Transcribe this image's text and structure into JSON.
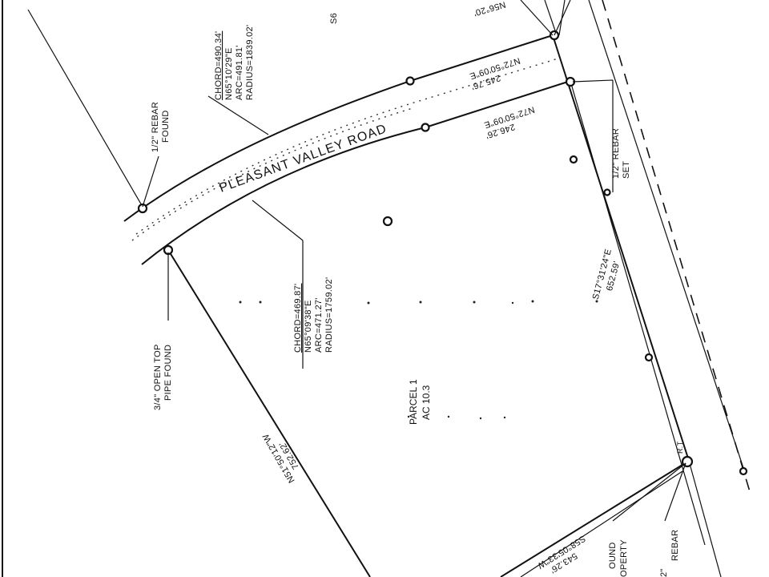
{
  "road": {
    "name": "PLEASANT VALLEY ROAD"
  },
  "curve_north": {
    "chord": "CHORD=490.34'",
    "bearing": "N65°10'29\"E",
    "arc": "ARC=491.81'",
    "radius": "RADIUS=1839.02'"
  },
  "curve_south": {
    "chord": "CHORD=469.87'",
    "bearing": "N65°09'38\"E",
    "arc": "ARC=471.27'",
    "radius": "RADIUS=1759.02'"
  },
  "lines": {
    "north_row_bearing": "N72°50'09\"E",
    "north_row_distance": "245.76'",
    "south_row_bearing": "N72°50'09\"E",
    "south_row_distance": "246.26'",
    "east_bearing": "S17°31'24\"E",
    "east_distance": "652.59'",
    "west_bearing": "N51°50'12\"W",
    "west_distance": "752.62'",
    "south_bearing": "S58°05'33\"W",
    "south_distance": "543.26'",
    "top_bearing_partial": "N56°20'",
    "top_partial": "S6"
  },
  "monuments": {
    "rebar_found_nw": [
      "1/2\" REBAR",
      "FOUND"
    ],
    "pipe_found_sw": [
      "3/4\" OPEN TOP",
      "PIPE FOUND"
    ],
    "rebar_set_ne": [
      "1/2\" REBAR",
      "SET"
    ],
    "rebar_se_partial": [
      "REBAR",
      "2\""
    ],
    "found_property_partial": [
      "OUND",
      "OPERTY"
    ],
    "rt_mark": "R.T"
  },
  "parcel": {
    "name": "PARCEL 1",
    "area": "AC 10.3"
  }
}
